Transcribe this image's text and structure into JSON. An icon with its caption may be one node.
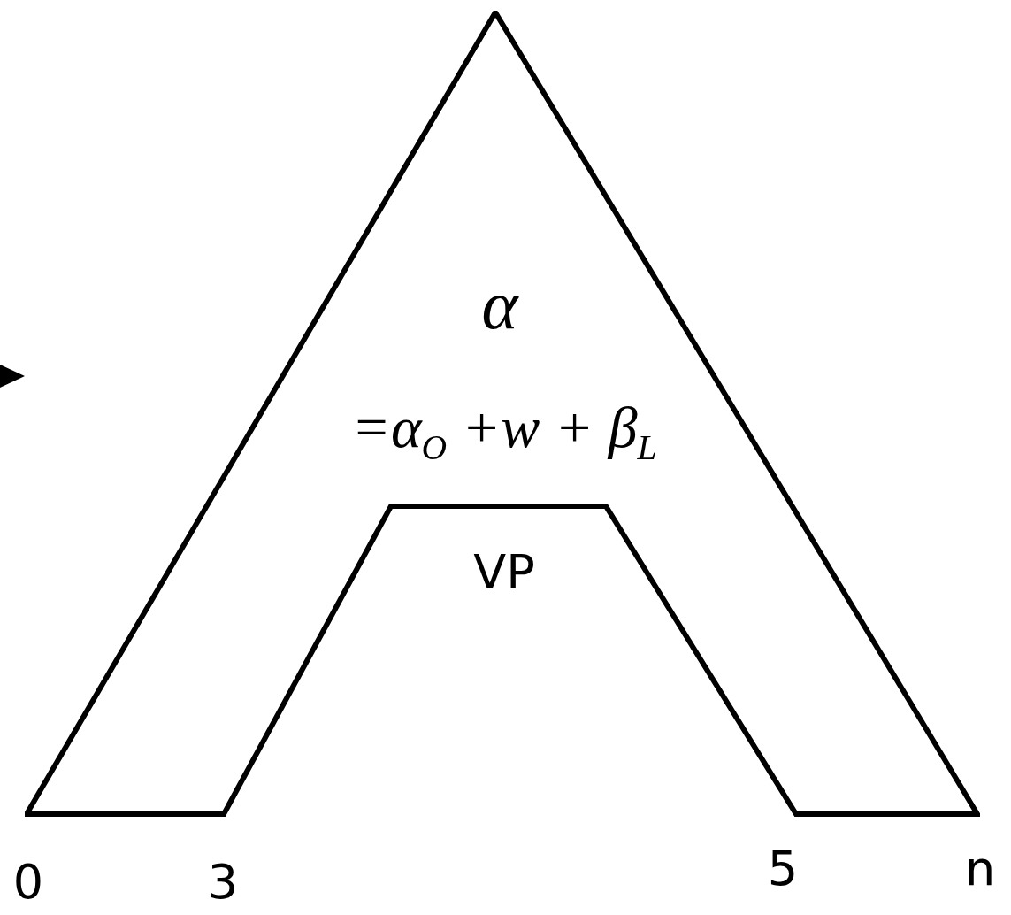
{
  "diagram": {
    "nodes": [
      {
        "text": [
          "α",
          "=α$_{O}$ +w + β$_{L}$"
        ]
      }
    ],
    "edges": [],
    "labels": [
      "VP",
      "0",
      "3",
      "5",
      "n"
    ]
  }
}
